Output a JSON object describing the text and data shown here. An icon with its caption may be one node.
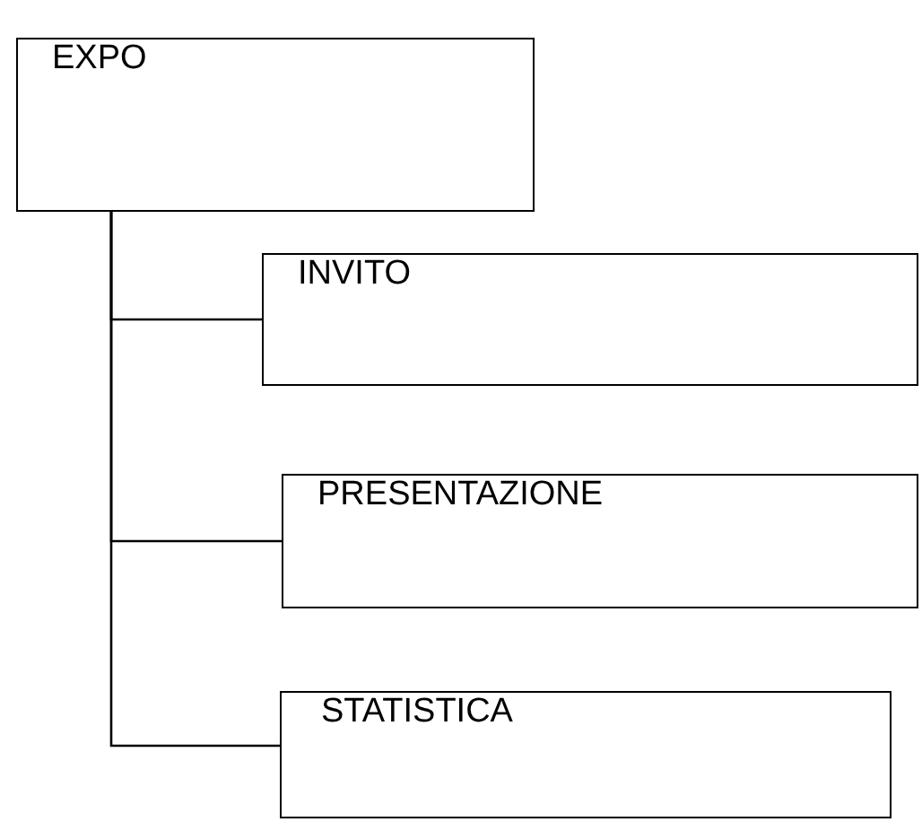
{
  "diagram": {
    "nodes": [
      {
        "text": [
          "EXPO"
        ]
      },
      {
        "text": [
          "INVITO"
        ]
      },
      {
        "text": [
          "PRESENTAZIONE"
        ]
      },
      {
        "text": [
          "STATISTICA"
        ]
      }
    ],
    "edges": [
      {
        "from": 0,
        "to": 1,
        "arrow": "none"
      },
      {
        "from": 0,
        "to": 2,
        "arrow": "none"
      },
      {
        "from": 0,
        "to": 3,
        "arrow": "none"
      }
    ]
  }
}
